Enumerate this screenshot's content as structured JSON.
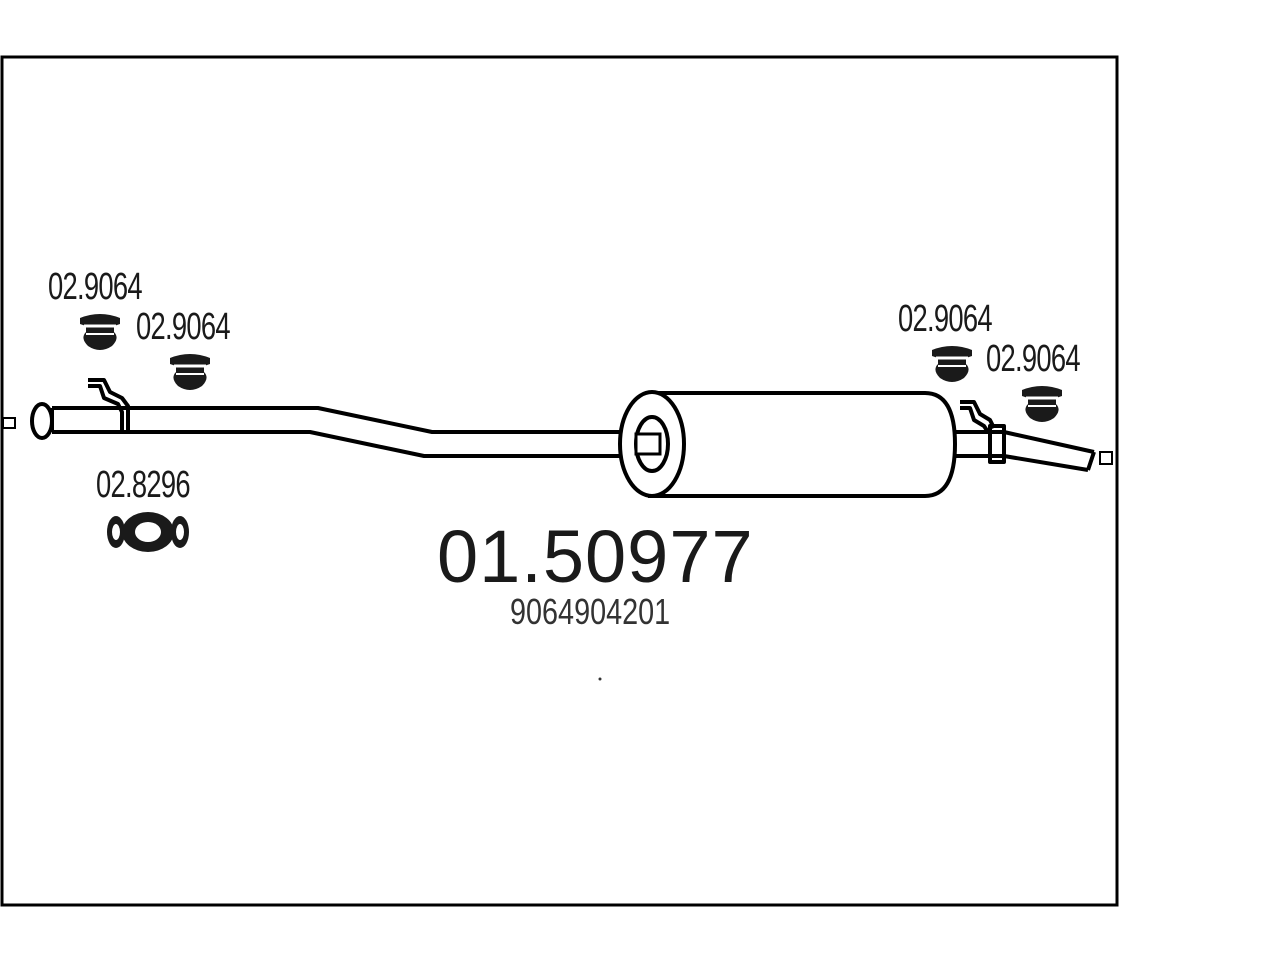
{
  "diagram": {
    "main_part_number": "01.50977",
    "oem_number": "9064904201",
    "parts": [
      {
        "id": "hanger-1",
        "label": "02.9064"
      },
      {
        "id": "hanger-2",
        "label": "02.9064"
      },
      {
        "id": "hanger-3",
        "label": "02.9064"
      },
      {
        "id": "hanger-4",
        "label": "02.9064"
      },
      {
        "id": "clamp-1",
        "label": "02.8296"
      }
    ]
  }
}
